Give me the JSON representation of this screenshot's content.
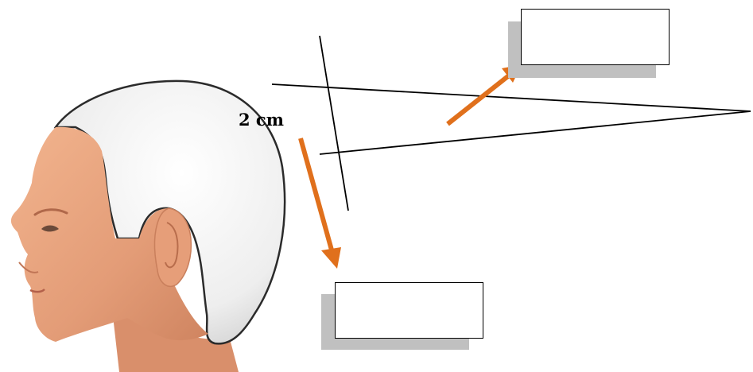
{
  "measurement": {
    "label": "2 cm"
  },
  "label_boxes": [
    {
      "text": ""
    },
    {
      "text": ""
    }
  ],
  "colors": {
    "arrow": "#e0701c",
    "line": "#000000",
    "box_shadow": "#c0c0c0",
    "hair": "#f2f2f2",
    "hair_outline": "#2b2b2b",
    "skin": "#e7a27e"
  },
  "icons": {
    "head": "head-profile-illustration",
    "arrows": "orange-arrow"
  }
}
